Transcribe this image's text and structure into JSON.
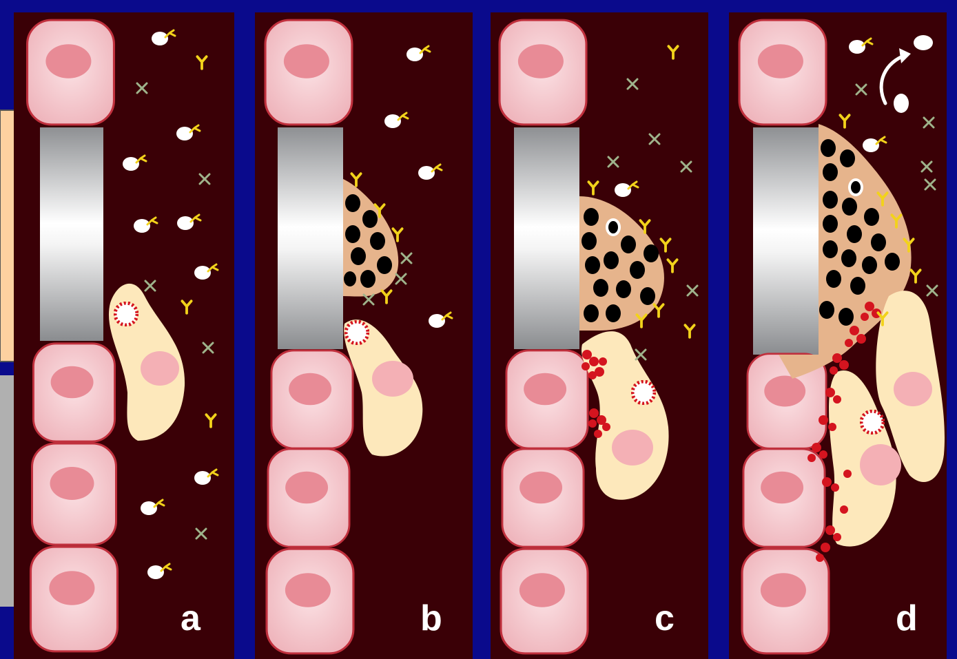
{
  "panels": [
    {
      "label": "a"
    },
    {
      "label": "b"
    },
    {
      "label": "c"
    },
    {
      "label": "d"
    }
  ],
  "colors": {
    "slide_background": "#0a0a8c",
    "tissue_background": "#3a0006",
    "epithelial_cell": "#f5c6cc",
    "epithelial_nucleus": "#e88b96",
    "fibroblast": "#fde8bb",
    "implant_gray": "#9fa1a4",
    "bacterial_biofilm": "#e6b48c",
    "bacteria": "#000000",
    "antibody": "#f2d21b",
    "complement": "#9fb48c",
    "red_blood_cluster": "#d4141f"
  },
  "icons": [
    "epithelial-cell-icon",
    "implant-post-icon",
    "fibroblast-icon",
    "biofilm-icon",
    "antibody-icon",
    "complement-icon",
    "phagocyte-icon",
    "red-cluster-icon",
    "arrow-curved-icon"
  ]
}
